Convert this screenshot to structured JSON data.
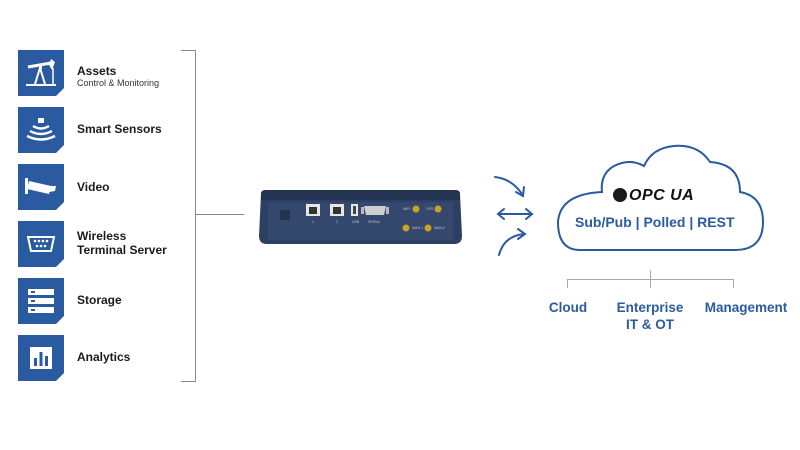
{
  "sources": [
    {
      "icon": "oil-pump-icon",
      "label": "Assets",
      "sublabel": "Control & Monitoring"
    },
    {
      "icon": "sensor-waves-icon",
      "label": "Smart Sensors"
    },
    {
      "icon": "camera-icon",
      "label": "Video"
    },
    {
      "icon": "serial-port-icon",
      "label": "Wireless\nTerminal Server"
    },
    {
      "icon": "storage-server-icon",
      "label": "Storage"
    },
    {
      "icon": "analytics-chart-icon",
      "label": "Analytics"
    }
  ],
  "device": {
    "port_labels": [
      "1",
      "2",
      "USB",
      "SERIAL"
    ],
    "antenna_labels": [
      "WIFI",
      "GPS",
      "WAN-1",
      "WAN-2"
    ]
  },
  "cloud": {
    "logo": "OPC UA",
    "protocols": "Sub/Pub | Polled | REST"
  },
  "destinations": [
    {
      "label": "Cloud"
    },
    {
      "label": "Enterprise\nIT & OT"
    },
    {
      "label": "Management"
    }
  ],
  "colors": {
    "brand_blue": "#2a5aa0",
    "device_dark": "#2d3f63",
    "line_gray": "#888888"
  }
}
